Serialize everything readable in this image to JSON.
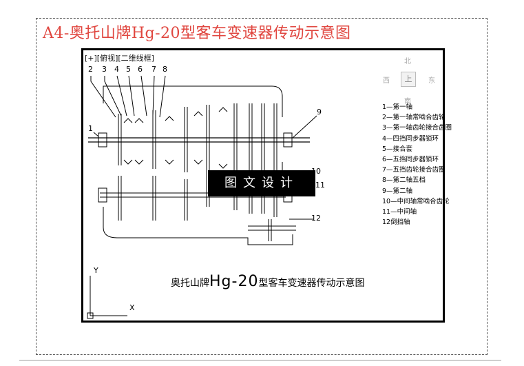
{
  "sheet_title": "A4-奥托山牌Hg-20型客车变速器传动示意图",
  "view_label": "[+][俯视][二维线框]",
  "compass": {
    "north": "北",
    "south": "南",
    "east": "东",
    "west": "西",
    "top": "上"
  },
  "watermark": "图文设计",
  "drawing_title": {
    "prefix": "奥托山牌",
    "model": "Hg-20",
    "suffix": "型客车变速器传动示意图"
  },
  "callouts": {
    "top": [
      "2",
      "3",
      "4",
      "5",
      "6",
      "7",
      "8"
    ],
    "left": "1",
    "right_9": "9",
    "right_10": "10",
    "right_11": "11",
    "right_12": "12"
  },
  "axis": {
    "x": "X",
    "y": "Y"
  },
  "legend": [
    "1—第一轴",
    "2—第一轴常啮合齿轮",
    "3—第一轴齿轮接合齿圈",
    "4—四挡同步器锁环",
    "5—接合套",
    "6—五挡同步器锁环",
    "7—五挡齿轮接合齿圈",
    "8—第二轴五档",
    "9—第二轴",
    "10—中间轴常啮合齿轮",
    "11—中间轴",
    "12倒挡轴"
  ]
}
